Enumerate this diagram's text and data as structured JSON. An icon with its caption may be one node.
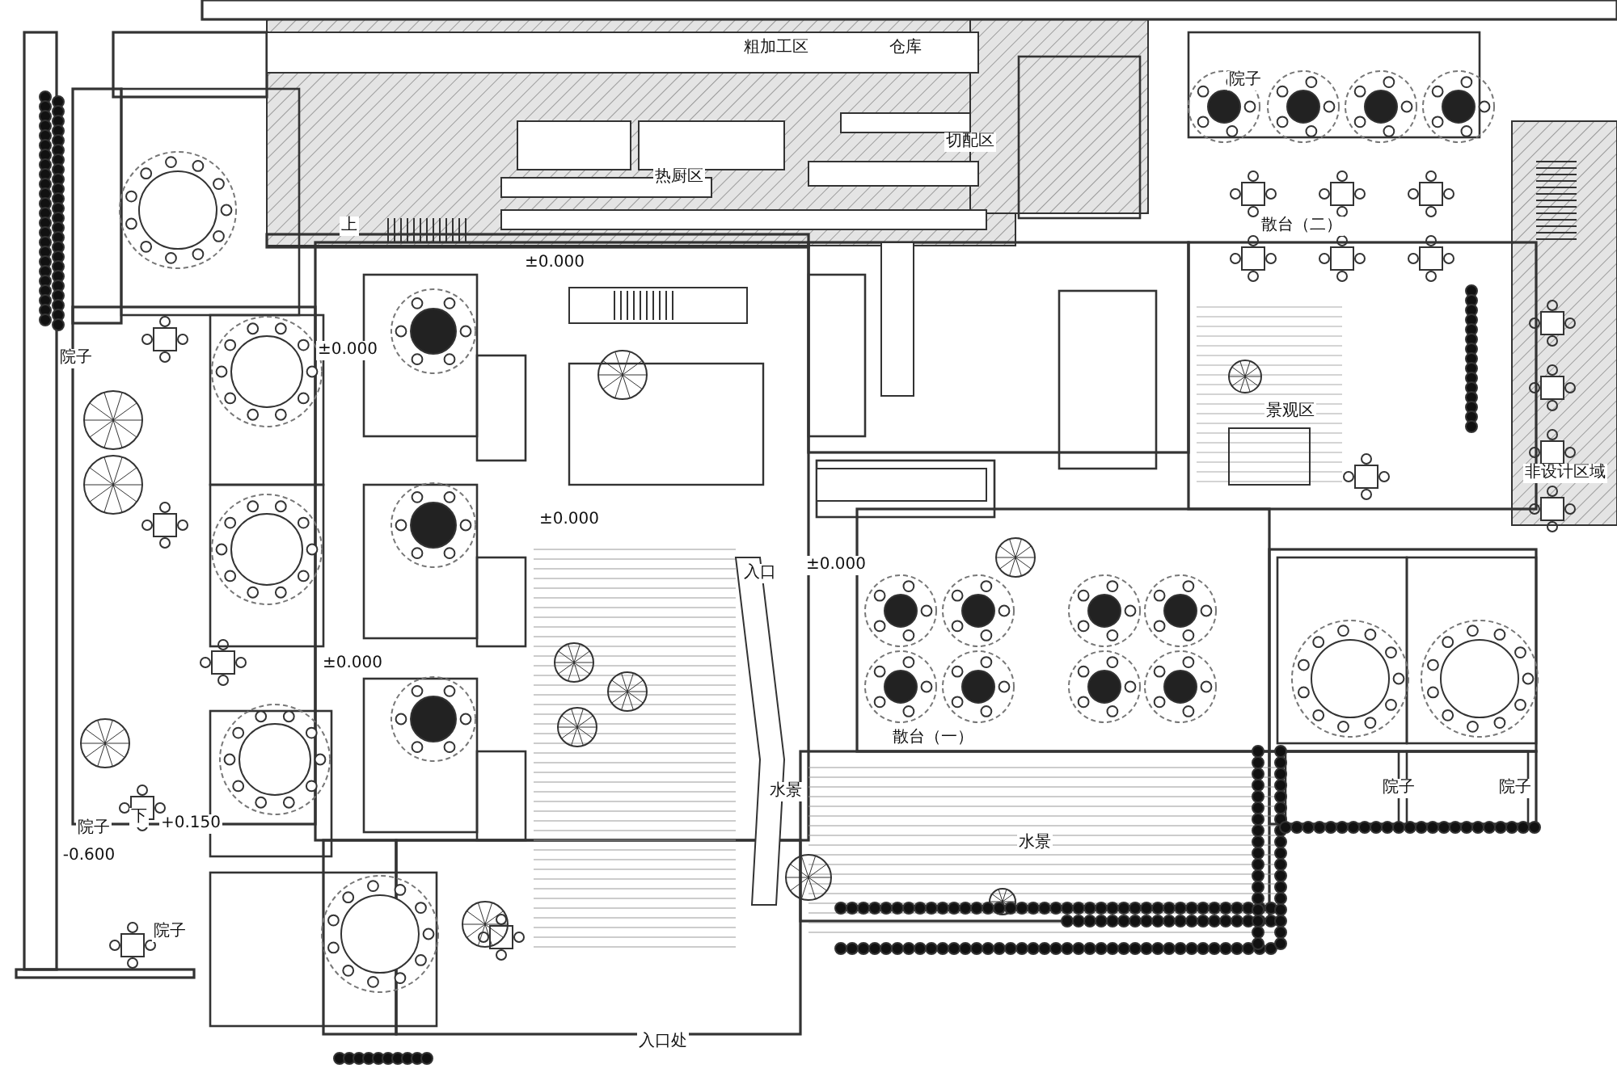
{
  "diagram": {
    "labels": [
      "院子",
      "粗加工区",
      "仓库",
      "热厨区",
      "切配区",
      "上",
      "±0.000",
      "散台（二）",
      "±0.000",
      "院子",
      "景观区",
      "非设计区域",
      "±0.000",
      "入口",
      "±0.000",
      "±0.000",
      "散台（一）",
      "下",
      "院子",
      "+0.150",
      "院子",
      "院子",
      "-0.600",
      "水景",
      "水景",
      "院子",
      "入口处"
    ]
  }
}
